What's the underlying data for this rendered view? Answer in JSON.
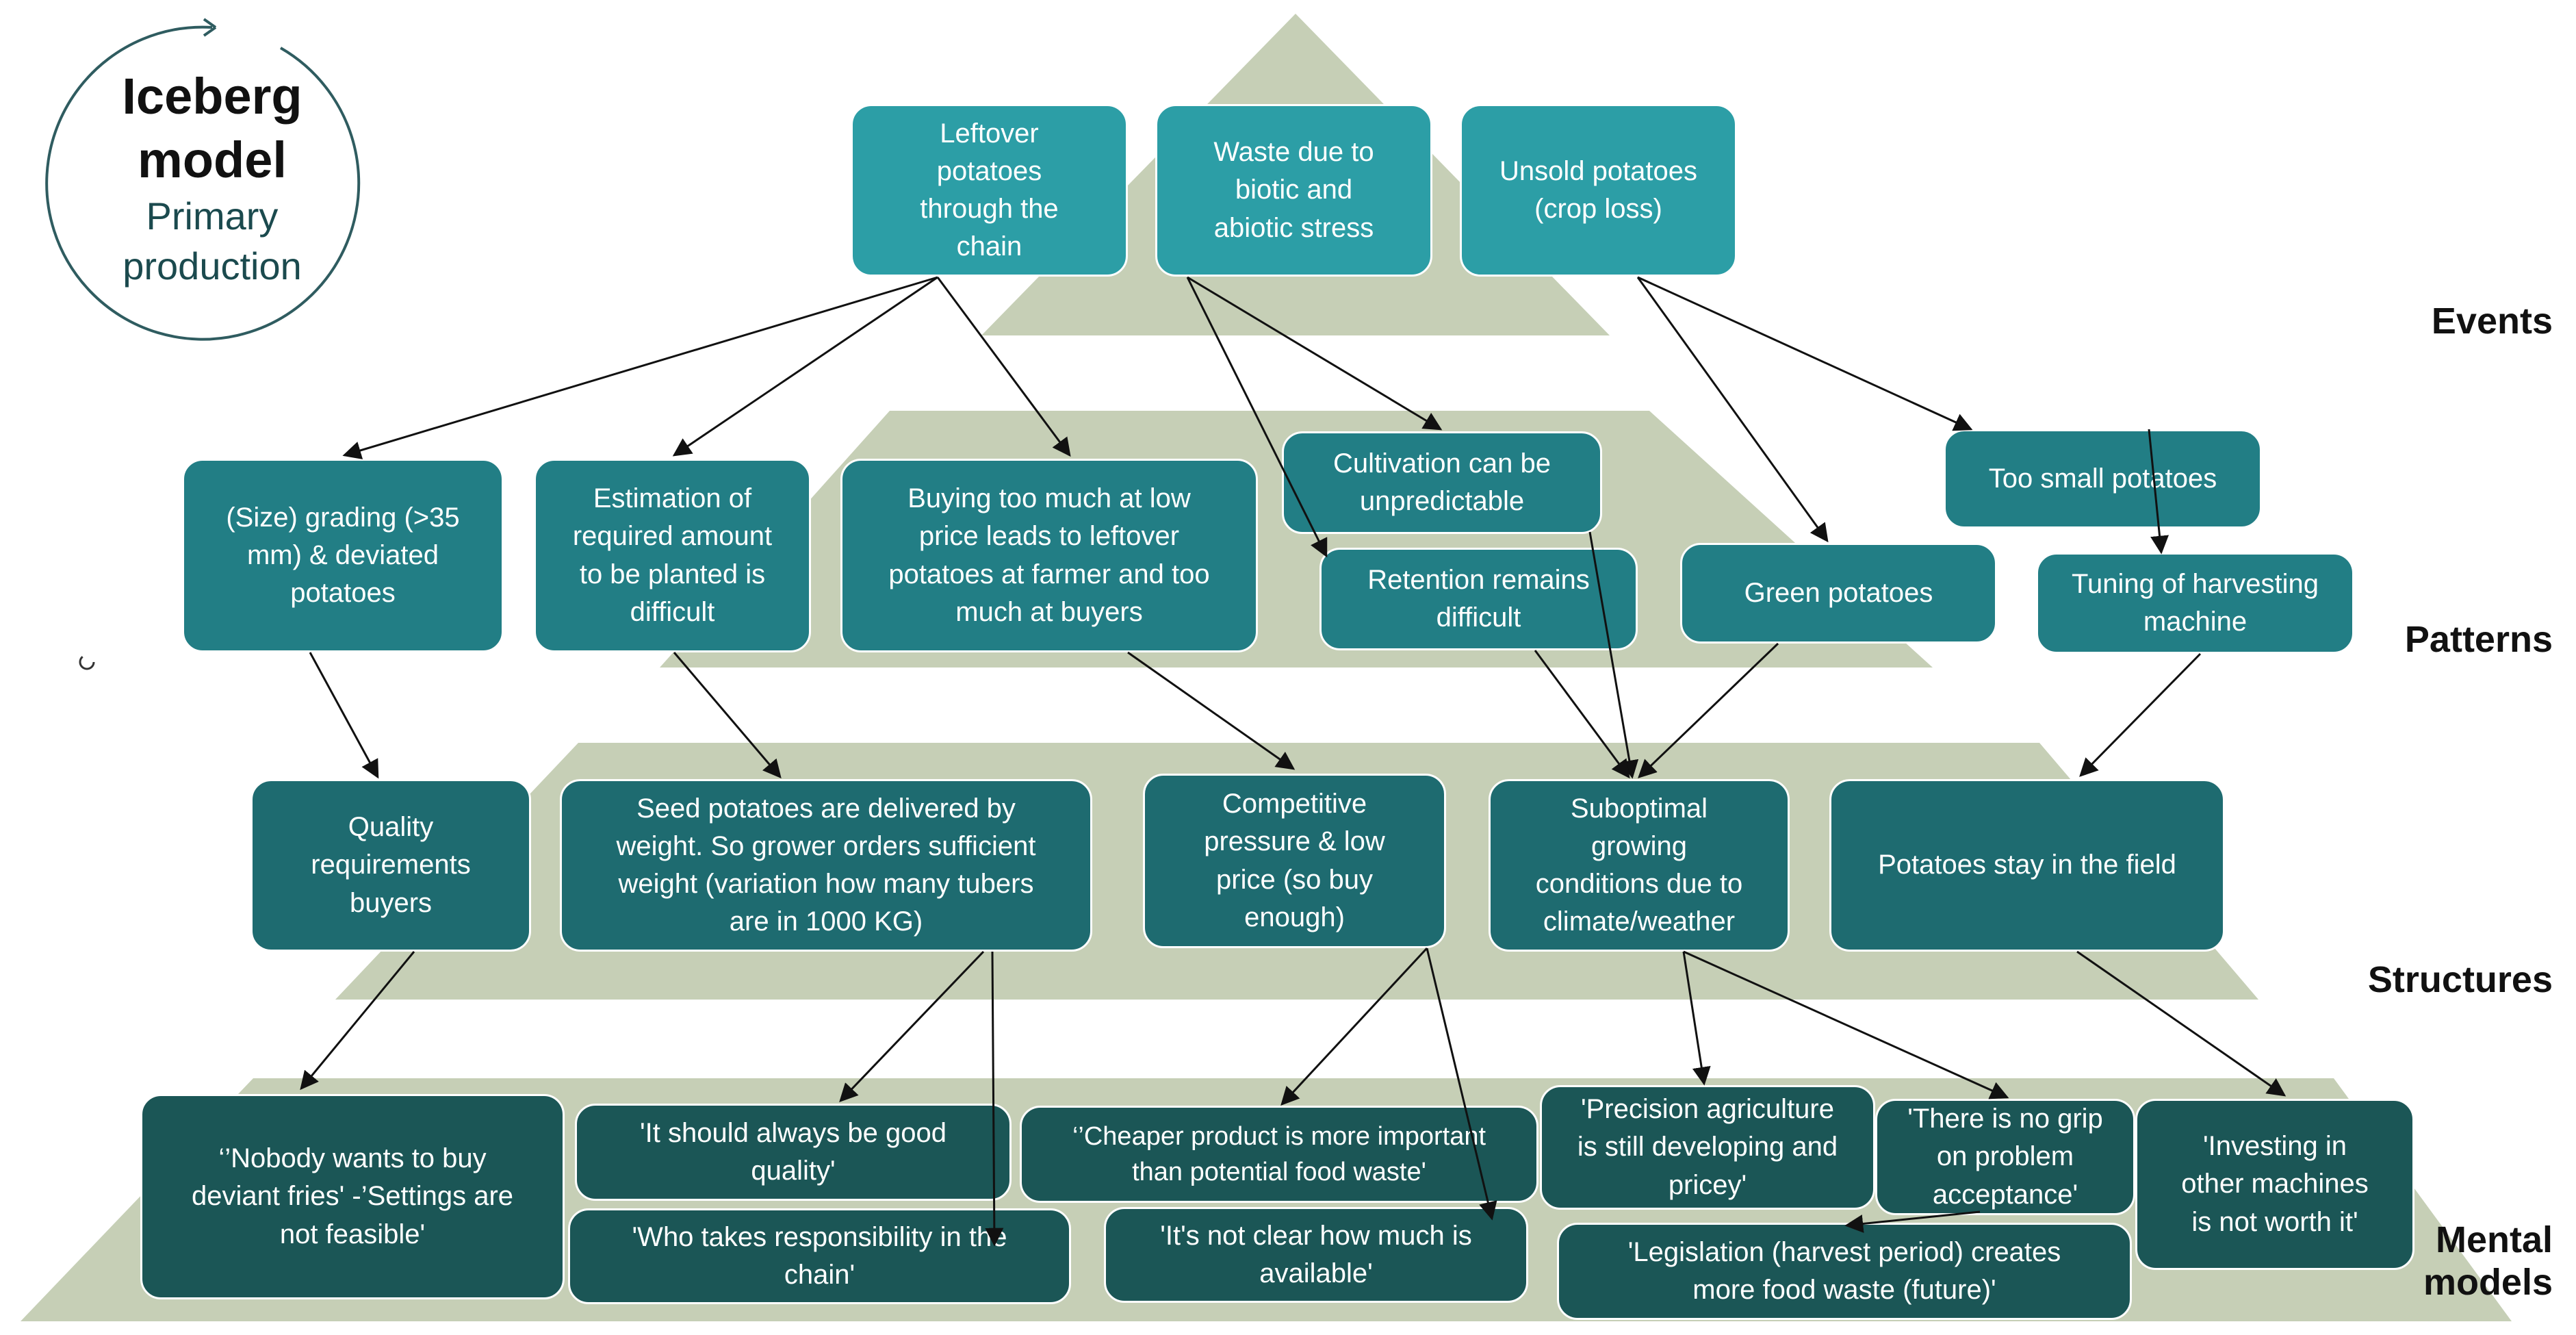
{
  "logo": {
    "title_line1": "Iceberg",
    "title_line2": "model",
    "sub_line1": "Primary",
    "sub_line2": "production"
  },
  "levels": {
    "events": "Events",
    "patterns": "Patterns",
    "structures": "Structures",
    "mental_line1": "Mental",
    "mental_line2": "models"
  },
  "colors": {
    "events_box": "#2c9ea6",
    "patterns_box": "#227e85",
    "structures_box": "#1e6b70",
    "mental_box": "#1b5656",
    "iceberg_layer": "#c6cfb6"
  },
  "events": [
    {
      "id": "e1",
      "lines": [
        "Leftover",
        "potatoes",
        "through the",
        "chain"
      ]
    },
    {
      "id": "e2",
      "lines": [
        "Waste due to",
        "biotic and",
        "abiotic stress"
      ]
    },
    {
      "id": "e3",
      "lines": [
        "Unsold potatoes",
        "(crop loss)"
      ]
    }
  ],
  "patterns": [
    {
      "id": "p1",
      "lines": [
        "(Size) grading (>35",
        "mm) & deviated",
        "potatoes"
      ]
    },
    {
      "id": "p2",
      "lines": [
        "Estimation of",
        "required amount",
        "to be planted is",
        "difficult"
      ]
    },
    {
      "id": "p3",
      "lines": [
        "Buying too much at low",
        "price leads to leftover",
        "potatoes at farmer and too",
        "much at buyers"
      ]
    },
    {
      "id": "p4",
      "lines": [
        "Cultivation can be",
        "unpredictable"
      ]
    },
    {
      "id": "p5",
      "lines": [
        "Retention remains",
        "difficult"
      ]
    },
    {
      "id": "p6",
      "lines": [
        "Green potatoes"
      ]
    },
    {
      "id": "p7",
      "lines": [
        "Too small potatoes"
      ]
    },
    {
      "id": "p8",
      "lines": [
        "Tuning of harvesting",
        "machine"
      ]
    }
  ],
  "structures": [
    {
      "id": "s1",
      "lines": [
        "Quality",
        "requirements",
        "buyers"
      ]
    },
    {
      "id": "s2",
      "lines": [
        "Seed potatoes are delivered by",
        "weight. So grower orders sufficient",
        "weight (variation how many tubers",
        "are in 1000 KG)"
      ]
    },
    {
      "id": "s3",
      "lines": [
        "Competitive",
        "pressure & low",
        "price (so buy",
        "enough)"
      ]
    },
    {
      "id": "s4",
      "lines": [
        "Suboptimal",
        "growing",
        "conditions due to",
        "climate/weather"
      ]
    },
    {
      "id": "s5",
      "lines": [
        "Potatoes stay in the field"
      ]
    }
  ],
  "mental_models": [
    {
      "id": "m1",
      "lines": [
        "‘’Nobody wants to buy",
        "deviant fries' -’Settings are",
        "not feasible'"
      ]
    },
    {
      "id": "m2",
      "lines": [
        "'It should always be good",
        "quality'"
      ]
    },
    {
      "id": "m3",
      "lines": [
        "'Who takes responsibility in the",
        "chain'"
      ]
    },
    {
      "id": "m4",
      "lines": [
        "‘’Cheaper product is more important",
        "than potential food waste'"
      ]
    },
    {
      "id": "m5",
      "lines": [
        "'It's not clear how much is",
        "available'"
      ]
    },
    {
      "id": "m6",
      "lines": [
        "'Precision agriculture",
        "is still developing and",
        "pricey'"
      ]
    },
    {
      "id": "m7",
      "lines": [
        "'There is no grip",
        "on problem",
        "acceptance'"
      ]
    },
    {
      "id": "m8",
      "lines": [
        "'Legislation (harvest period) creates",
        "more food waste (future)'"
      ]
    },
    {
      "id": "m9",
      "lines": [
        "'Investing in",
        "other machines",
        "is not worth it'"
      ]
    }
  ]
}
